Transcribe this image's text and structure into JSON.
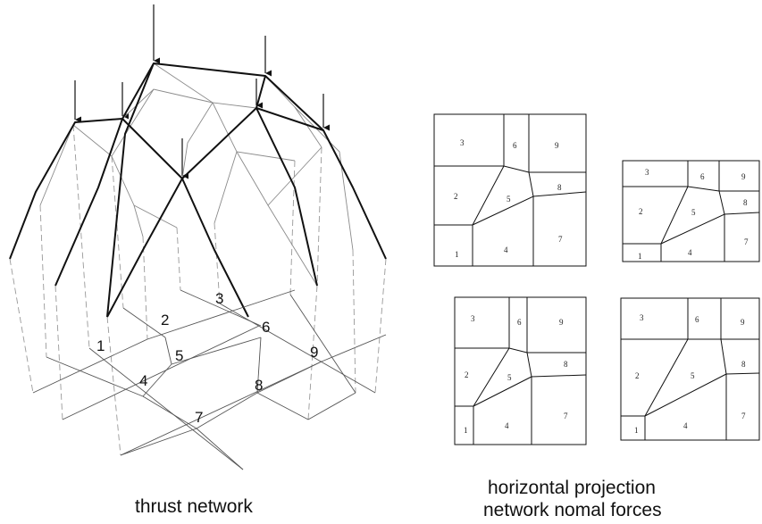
{
  "diagram": {
    "nodes": [
      "1",
      "2",
      "3",
      "4",
      "5",
      "6",
      "7",
      "8",
      "9"
    ],
    "cells": [
      "1",
      "2",
      "3",
      "4",
      "5",
      "6",
      "7",
      "8",
      "9"
    ]
  },
  "captions": {
    "left": "thrust network",
    "right_line1": "horizontal projection",
    "right_line2": "network nomal forces"
  },
  "colors": {
    "ink": "#111111",
    "thin": "#777777",
    "dashed": "#999999"
  }
}
